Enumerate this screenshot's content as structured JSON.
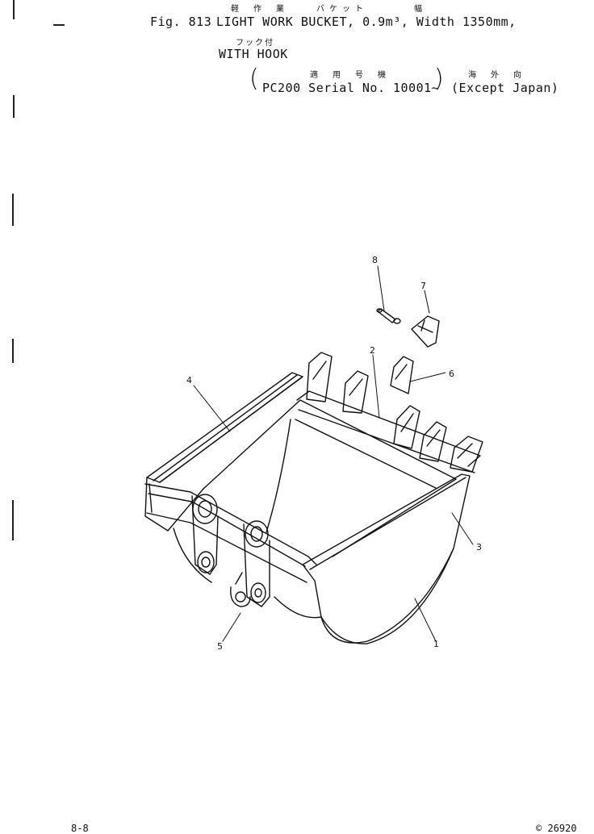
{
  "header": {
    "fig_label": "Fig. 813",
    "title_line1": "LIGHT WORK BUCKET, 0.9m³, Width 1350mm,",
    "jp_line1_a": "軽 作 業",
    "jp_line1_b": "バケット",
    "jp_line1_c": "幅",
    "jp_line2": "フック付",
    "title_line2": "WITH HOOK",
    "jp_line3_a": "適 用 号 機",
    "jp_line3_b": "海 外 向",
    "serial": "PC200 Serial No. 10001~",
    "paren_open": "(",
    "paren_close": ")",
    "market": "(Except Japan)"
  },
  "callouts": [
    "1",
    "2",
    "3",
    "4",
    "5",
    "6",
    "7",
    "8"
  ],
  "footer": {
    "left_partial": "8-8",
    "right_partial": "© 26920"
  },
  "colors": {
    "line": "#111111",
    "background": "#ffffff"
  }
}
